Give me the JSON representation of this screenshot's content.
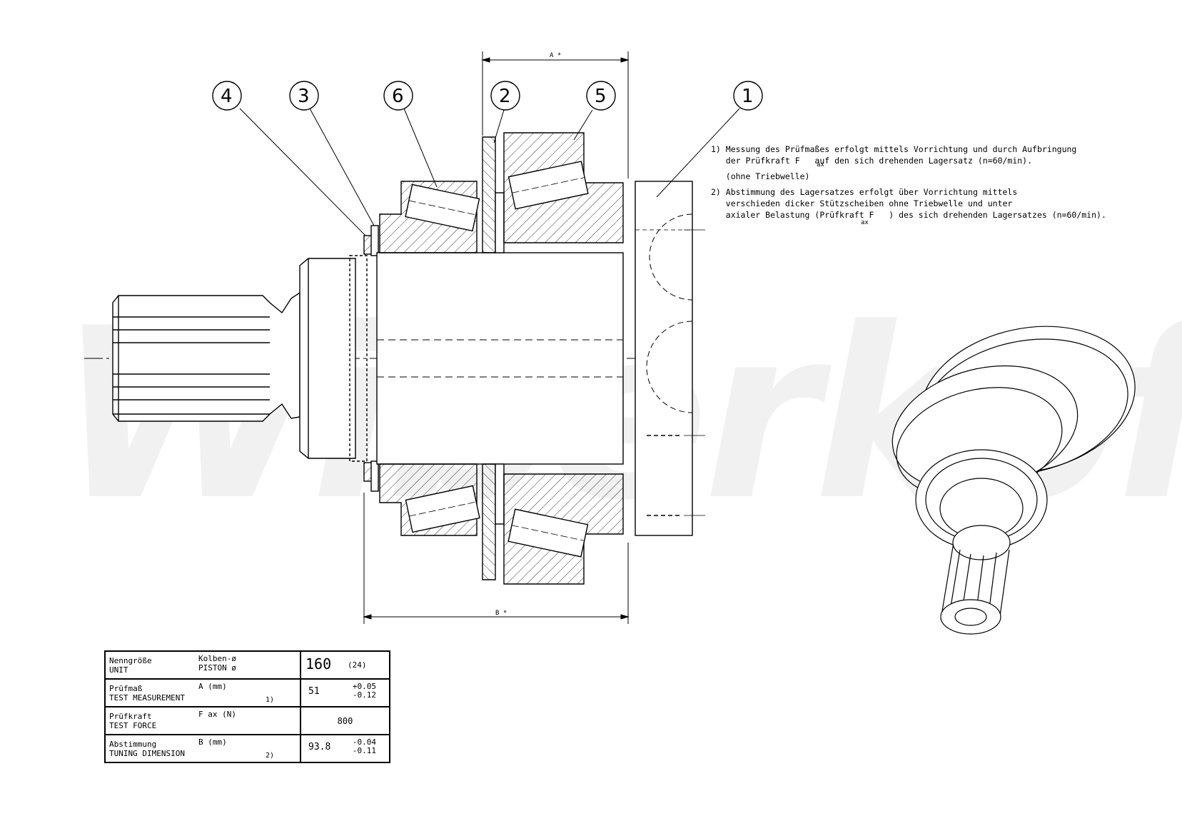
{
  "watermark": "Wiberkof",
  "callouts": [
    {
      "label": "4"
    },
    {
      "label": "3"
    },
    {
      "label": "6"
    },
    {
      "label": "2"
    },
    {
      "label": "5"
    },
    {
      "label": "1"
    }
  ],
  "dimensions": {
    "top": "A *",
    "bottom": "B *"
  },
  "notes": {
    "n1_line1": "1) Messung des Prüfmaßes erfolgt mittels Vorrichtung und durch Aufbringung",
    "n1_line2": "   der Prüfkraft F   auf den sich drehenden Lagersatz (n=60/min).",
    "n1_sub": "ax",
    "n1_line3": "   (ohne Triebwelle)",
    "n2_line1": "2) Abstimmung des Lagersatzes erfolgt über Vorrichtung mittels",
    "n2_line2": "   verschieden dicker Stützscheiben ohne Triebwelle und unter",
    "n2_line3": "   axialer Belastung (Prüfkraft F   ) des sich drehenden Lagersatzes (n=60/min).",
    "n2_sub": "ax"
  },
  "table": {
    "row1": {
      "l1": "Nenngröße",
      "l2": "UNIT",
      "mid1": "Kolben-ø",
      "mid2": "PISTON ø",
      "value": "160",
      "note": "(24)"
    },
    "row2": {
      "l1": "Prüfmaß",
      "l2": "TEST MEASUREMENT",
      "mid": "A (mm)",
      "sup": "1)",
      "value": "51",
      "tol_plus": "+0.05",
      "tol_minus": "-0.12"
    },
    "row3": {
      "l1": "Prüfkraft",
      "l2": "TEST FORCE",
      "mid": "F  ax (N)",
      "value": "800"
    },
    "row4": {
      "l1": "Abstimmung",
      "l2": "TUNING DIMENSION",
      "mid": "B (mm)",
      "sup": "2)",
      "value": "93.8",
      "tol_plus": "-0.04",
      "tol_minus": "-0.11"
    }
  }
}
